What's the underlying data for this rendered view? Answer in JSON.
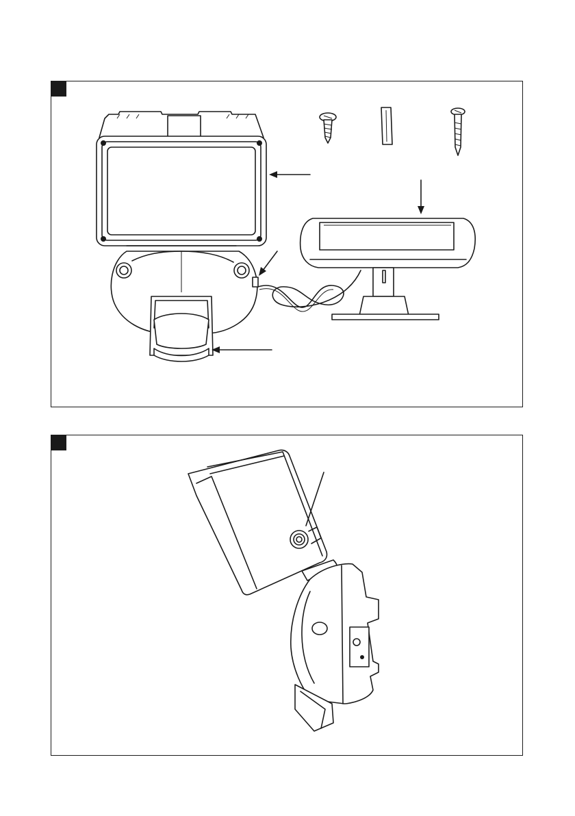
{
  "figures": [
    {
      "id": "fig-1",
      "label": "",
      "components": [
        "lamp-head",
        "motion-sensor",
        "solar-panel",
        "connection-cable",
        "screw",
        "wall-plug",
        "long-screw"
      ]
    },
    {
      "id": "fig-2",
      "label": "",
      "components": [
        "lamp-head",
        "adjustment-screw",
        "sensor-housing"
      ]
    }
  ]
}
